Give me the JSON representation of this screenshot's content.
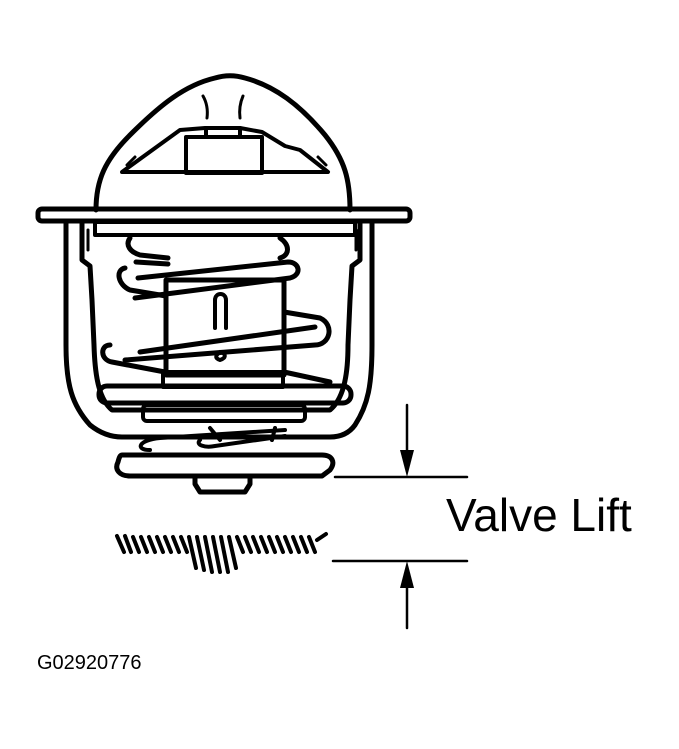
{
  "diagram": {
    "subject": "thermostat",
    "callout_label": "Valve Lift",
    "figure_id": "G02920776",
    "colors": {
      "line": "#000000",
      "background": "#ffffff"
    },
    "parts": [
      "dome-housing",
      "flange",
      "frame",
      "main-spring",
      "wax-pellet-cylinder",
      "valve-disc",
      "bottom-spring",
      "valve-seat-hatched",
      "dimension-lines",
      "dimension-arrows"
    ]
  }
}
